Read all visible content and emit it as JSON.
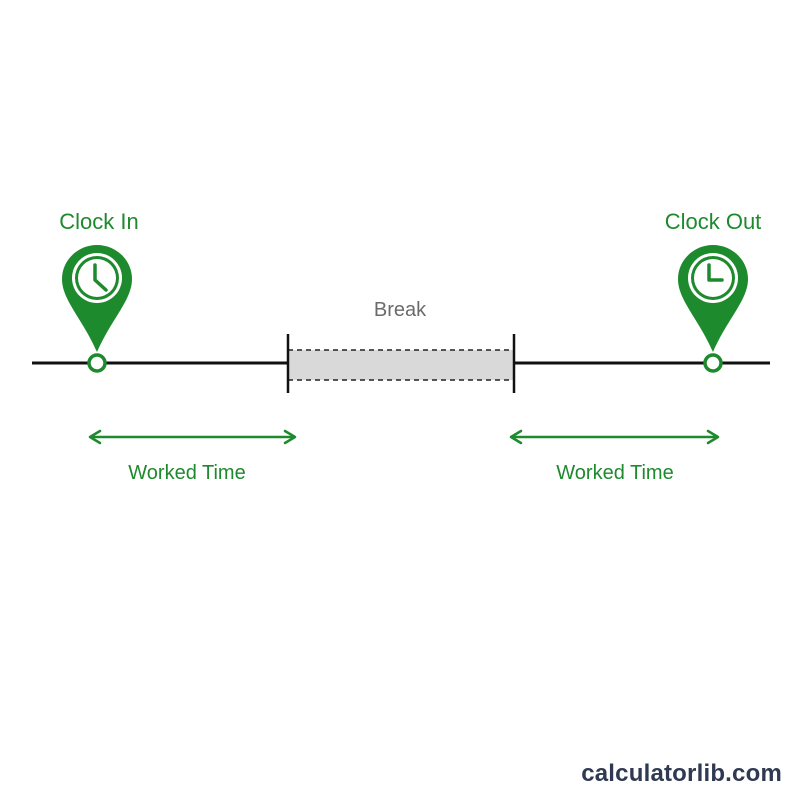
{
  "labels": {
    "clock_in": "Clock In",
    "clock_out": "Clock Out",
    "break": "Break",
    "worked_time_left": "Worked Time",
    "worked_time_right": "Worked Time"
  },
  "brand": "calculatorlib.com",
  "colors": {
    "accent": "#1e8a2e",
    "timeline": "#111111",
    "break_fill": "#d9d9d9",
    "break_label": "#6b6b6b",
    "brand": "#2f3a52"
  },
  "icons": {
    "clock_in": "clock-pin-icon",
    "clock_out": "clock-pin-icon"
  }
}
